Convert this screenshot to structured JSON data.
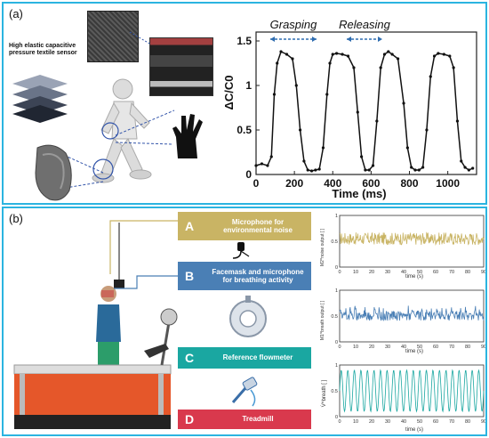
{
  "panel_a": {
    "label": "(a)",
    "sensor_caption": "High elastic capacitive pressure textile sensor"
  },
  "panel_b": {
    "label": "(b)",
    "boxes": [
      {
        "letter": "A",
        "text": "Microphone for environmental noise",
        "color": "#c9b464"
      },
      {
        "letter": "B",
        "text": "Facemask and microphone for breathing activity",
        "color": "#4a7fb5"
      },
      {
        "letter": "C",
        "text": "Reference flowmeter",
        "color": "#1aa7a1"
      },
      {
        "letter": "D",
        "text": "Treadmill",
        "color": "#d9394d"
      }
    ]
  },
  "chart_data": [
    {
      "type": "line",
      "annotations": [
        "Grasping",
        "Releasing"
      ],
      "xlabel": "Time (ms)",
      "ylabel": "ΔC/C0",
      "xlim": [
        0,
        1150
      ],
      "ylim": [
        0,
        1.6
      ],
      "x_ticks": [
        "0",
        "200",
        "400",
        "600",
        "800",
        "1000"
      ],
      "y_ticks": [
        "0",
        "0.5",
        "1",
        "1.5"
      ],
      "series": [
        {
          "color": "#111111",
          "x": [
            0,
            30,
            60,
            80,
            95,
            110,
            130,
            160,
            190,
            210,
            230,
            250,
            270,
            290,
            310,
            330,
            350,
            370,
            385,
            400,
            420,
            450,
            480,
            510,
            530,
            550,
            570,
            590,
            610,
            630,
            650,
            670,
            690,
            710,
            740,
            770,
            790,
            810,
            830,
            850,
            870,
            890,
            910,
            930,
            950,
            980,
            1010,
            1030,
            1050,
            1070,
            1090,
            1110,
            1130
          ],
          "y": [
            0.1,
            0.12,
            0.1,
            0.2,
            0.9,
            1.25,
            1.38,
            1.35,
            1.3,
            1.0,
            0.5,
            0.15,
            0.05,
            0.04,
            0.05,
            0.06,
            0.3,
            0.9,
            1.25,
            1.35,
            1.36,
            1.35,
            1.33,
            1.2,
            0.7,
            0.2,
            0.05,
            0.05,
            0.1,
            0.6,
            1.2,
            1.35,
            1.38,
            1.35,
            1.3,
            0.8,
            0.3,
            0.08,
            0.05,
            0.05,
            0.08,
            0.5,
            1.1,
            1.33,
            1.36,
            1.35,
            1.33,
            1.2,
            0.6,
            0.15,
            0.08,
            0.05,
            0.07
          ]
        }
      ]
    },
    {
      "type": "line",
      "xlabel": "time (s)",
      "ylabel": "M2^noise output [ ]",
      "xlim": [
        0,
        90
      ],
      "ylim": [
        0,
        1
      ],
      "x_ticks": [
        "0",
        "10",
        "20",
        "30",
        "40",
        "50",
        "60",
        "70",
        "80",
        "90"
      ],
      "y_ticks": [
        "0",
        "0.5",
        "1"
      ],
      "series": [
        {
          "color": "#c9b464",
          "baseline": 0.55,
          "amplitude": 0.12
        }
      ]
    },
    {
      "type": "line",
      "xlabel": "time (s)",
      "ylabel": "M1^breath output [ ]",
      "xlim": [
        0,
        90
      ],
      "ylim": [
        0,
        1
      ],
      "x_ticks": [
        "0",
        "10",
        "20",
        "30",
        "40",
        "50",
        "60",
        "70",
        "80",
        "90"
      ],
      "y_ticks": [
        "0",
        "0.5",
        "1"
      ],
      "series": [
        {
          "color": "#4a7fb5",
          "baseline": 0.5,
          "amplitude": 0.18
        }
      ]
    },
    {
      "type": "line",
      "xlabel": "time (s)",
      "ylabel": "V̇^breath [ ]",
      "xlim": [
        0,
        90
      ],
      "ylim": [
        0,
        1
      ],
      "x_ticks": [
        "0",
        "10",
        "20",
        "30",
        "40",
        "50",
        "60",
        "70",
        "80",
        "90"
      ],
      "y_ticks": [
        "0",
        "0.5",
        "1"
      ],
      "series": [
        {
          "color": "#1aa7a1",
          "baseline": 0.5,
          "amplitude": 0.4,
          "cycles": 22
        }
      ]
    }
  ]
}
